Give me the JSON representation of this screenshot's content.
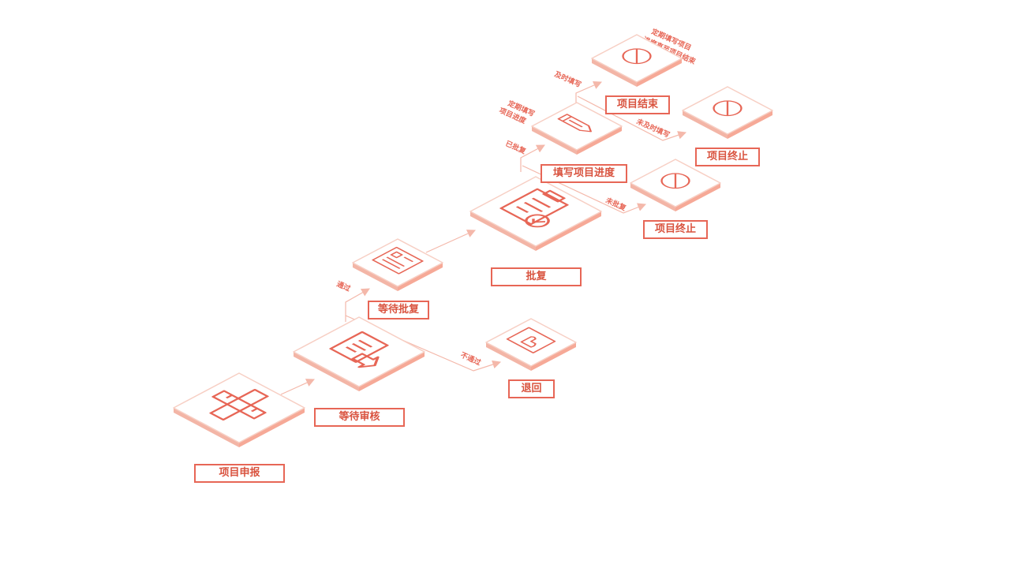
{
  "colors": {
    "accent": "#e76656",
    "tile_side": "#f3b5a6",
    "tile_edge": "#f7cfc4",
    "connector": "#f4b8aa"
  },
  "nodes": {
    "submit": {
      "label": "项目申报",
      "icon": "pencil-ruler-icon"
    },
    "review": {
      "label": "等待审核",
      "icon": "document-arrow-icon"
    },
    "waiting": {
      "label": "等待批复",
      "icon": "form-list-icon"
    },
    "reply": {
      "label": "批复",
      "icon": "clipboard-approve-icon"
    },
    "returned": {
      "label": "退回",
      "icon": "touch-document-icon"
    },
    "progress": {
      "label": "填写项目进度",
      "icon": "pencil-icon"
    },
    "end": {
      "label": "项目结束",
      "icon": "stop-circle-icon"
    },
    "stop_a": {
      "label": "项目终止",
      "icon": "stop-circle-icon"
    },
    "stop_b": {
      "label": "项目终止",
      "icon": "stop-circle-icon"
    }
  },
  "edges": {
    "pass": "通过",
    "fail": "不通过",
    "approved": "已批复",
    "not_approved": "未批复",
    "in_time": "及时填写",
    "not_in_time": "未及时填写",
    "fill_progress_note": [
      "定期填写",
      "项目进度"
    ],
    "end_note": [
      "定期填写项目",
      "进度直至项目结束"
    ]
  }
}
